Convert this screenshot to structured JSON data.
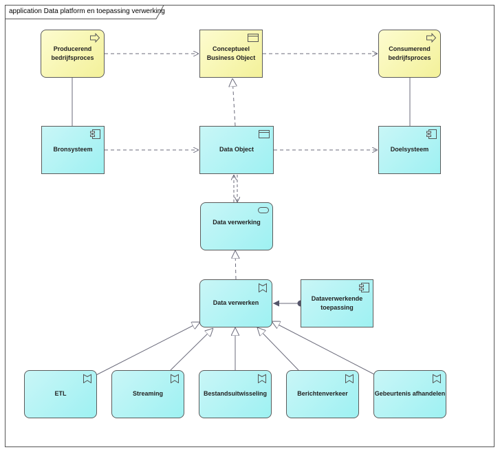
{
  "frame": {
    "title": "application Data platform en toepassing verwerking"
  },
  "nodes": {
    "producerend": {
      "label": "Producerend\nbedrijfsproces",
      "icon": "process-arrow-icon"
    },
    "conceptueel": {
      "label": "Conceptueel\nBusiness Object",
      "icon": "business-object-icon"
    },
    "consumerend": {
      "label": "Consumerend\nbedrijfsproces",
      "icon": "process-arrow-icon"
    },
    "bronsysteem": {
      "label": "Bronsysteem",
      "icon": "component-icon"
    },
    "data_object": {
      "label": "Data Object",
      "icon": "data-object-icon"
    },
    "doelsysteem": {
      "label": "Doelsysteem",
      "icon": "component-icon"
    },
    "data_verwerking": {
      "label": "Data verwerking",
      "icon": "service-icon"
    },
    "data_verwerken": {
      "label": "Data verwerken",
      "icon": "function-icon"
    },
    "dataverwerkende_toepassing": {
      "label": "Dataverwerkende\ntoepassing",
      "icon": "component-icon"
    },
    "etl": {
      "label": "ETL",
      "icon": "function-icon"
    },
    "streaming": {
      "label": "Streaming",
      "icon": "function-icon"
    },
    "bestandsuitwisseling": {
      "label": "Bestandsuitwisseling",
      "icon": "function-icon"
    },
    "berichtenverkeer": {
      "label": "Berichtenverkeer",
      "icon": "function-icon"
    },
    "gebeurtenis": {
      "label": "Gebeurtenis afhandelen",
      "icon": "function-icon"
    }
  },
  "colors": {
    "business": "#f7f5a8",
    "application": "#b5f4f5",
    "line": "#6a6a7a",
    "border": "#5a5a5a"
  }
}
